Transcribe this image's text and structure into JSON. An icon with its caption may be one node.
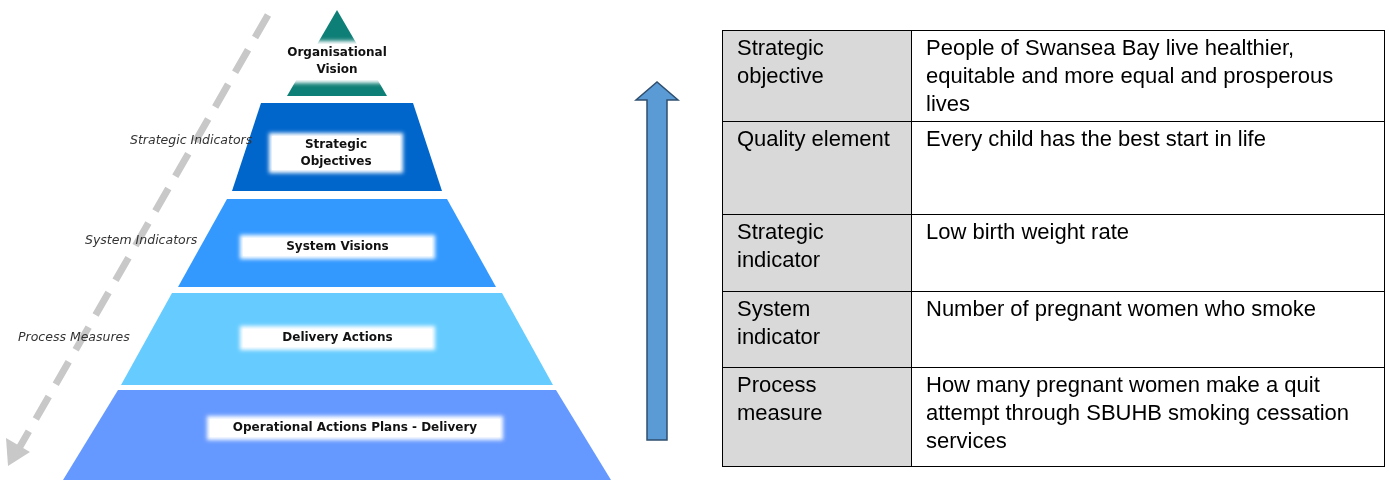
{
  "diagram": {
    "nodes": [
      {
        "text": [
          "Organisational Vision"
        ]
      },
      {
        "text": [
          "Strategic Objectives"
        ]
      },
      {
        "text": [
          "System Visions"
        ]
      },
      {
        "text": [
          "Delivery Actions"
        ]
      },
      {
        "text": [
          "Operational Actions Plans - Delivery"
        ]
      }
    ],
    "labels": [
      "Strategic Indicators",
      "System Indicators",
      "Process Measures",
      "Strategic objective",
      "People of Swansea Bay live healthier, equitable and more equal and prosperous lives",
      "Quality element",
      "Every child has the best start in life",
      "Strategic indicator",
      "Low birth weight rate",
      "System indicator",
      "Number of pregnant women who smoke",
      "Process measure",
      "How many pregnant women make a quit attempt through SBUHB smoking cessation services"
    ]
  }
}
